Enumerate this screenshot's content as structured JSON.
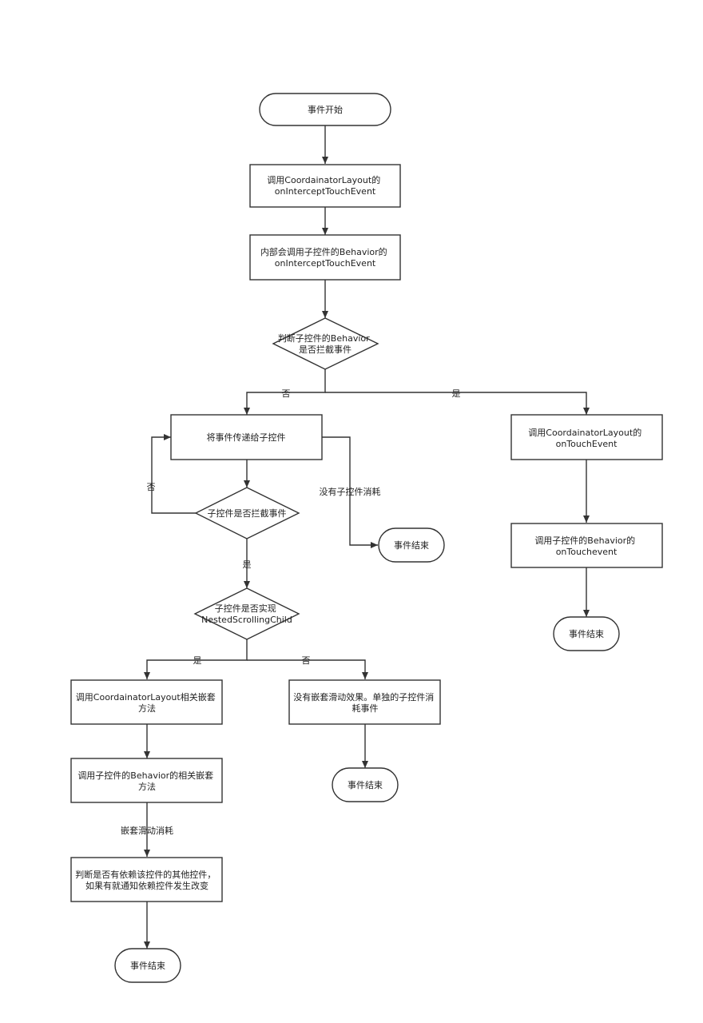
{
  "diagram": {
    "nodes": {
      "start": {
        "lines": [
          "事件开始"
        ]
      },
      "call_intercept": {
        "lines": [
          "调用CoordainatorLayout的",
          "onInterceptTouchEvent"
        ]
      },
      "behavior_intercept": {
        "lines": [
          "内部会调用子控件的Behavior的",
          "onInterceptTouchEvent"
        ]
      },
      "decision_behavior": {
        "lines": [
          "判断子控件的Behavior",
          "是否拦截事件"
        ]
      },
      "pass_to_child": {
        "lines": [
          "将事件传递给子控件"
        ]
      },
      "call_touch": {
        "lines": [
          "调用CoordainatorLayout的",
          "onTouchEvent"
        ]
      },
      "decision_child": {
        "lines": [
          "子控件是否拦截事件"
        ]
      },
      "end_no_consume": {
        "lines": [
          "事件结束"
        ]
      },
      "behavior_touch": {
        "lines": [
          "调用子控件的Behavior的",
          "onTouchevent"
        ]
      },
      "end_right": {
        "lines": [
          "事件结束"
        ]
      },
      "decision_nested": {
        "lines": [
          "子控件是否实现",
          "NestedScrollingChild"
        ]
      },
      "call_nested": {
        "lines": [
          "调用CoordainatorLayout相关嵌套",
          "方法"
        ]
      },
      "no_nested": {
        "lines": [
          "没有嵌套滑动效果。单独的子控件消",
          "耗事件"
        ]
      },
      "behavior_nested": {
        "lines": [
          "调用子控件的Behavior的相关嵌套",
          "方法"
        ]
      },
      "end_middle": {
        "lines": [
          "事件结束"
        ]
      },
      "notify_dependents": {
        "lines": [
          "判断是否有依赖该控件的其他控件，",
          "如果有就通知依赖控件发生改变"
        ]
      },
      "end_bottom": {
        "lines": [
          "事件结束"
        ]
      }
    },
    "edge_labels": {
      "behavior_no": "否",
      "behavior_yes": "是",
      "child_no": "否",
      "no_child_consume": "没有子控件消耗",
      "child_yes": "是",
      "nested_yes": "是",
      "nested_no": "否",
      "nested_consume": "嵌套滑动消耗"
    }
  }
}
